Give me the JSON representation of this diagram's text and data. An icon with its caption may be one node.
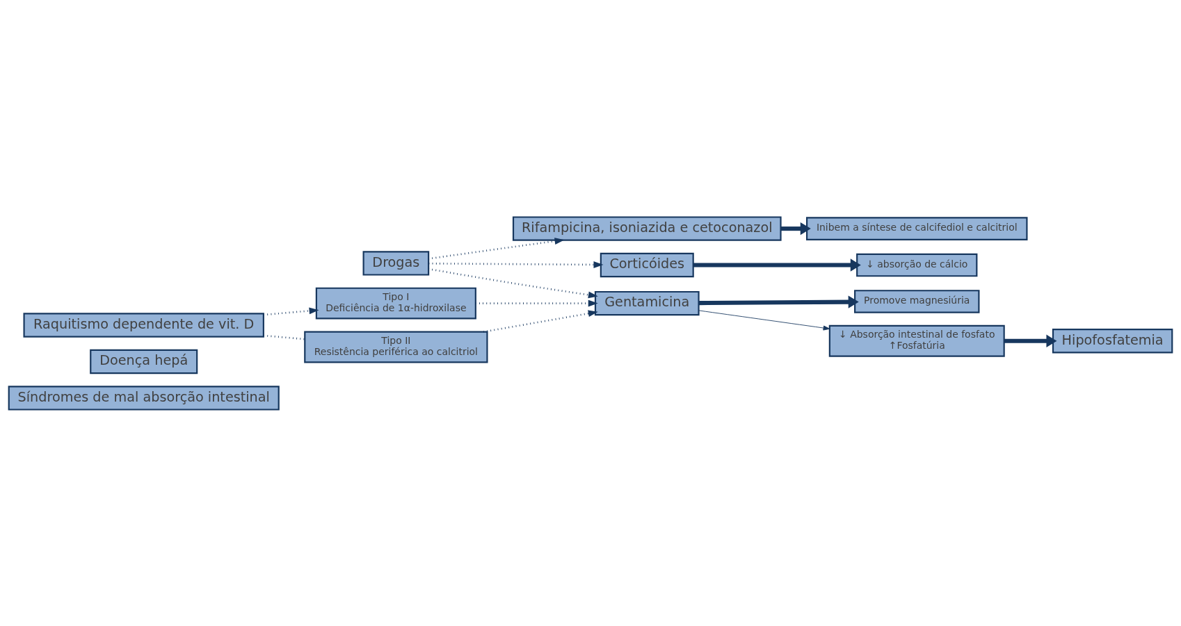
{
  "diagram": {
    "nodes": [
      {
        "text": [
          "Síndromes de mal absorção intestinal"
        ]
      },
      {
        "text": [
          "Doença hepá"
        ]
      },
      {
        "text": [
          "Rifampicina, isoniazida e cetoconazol"
        ]
      },
      {
        "text": [
          "Inibem a síntese de calcifediol e calcitriol"
        ]
      },
      {
        "text": [
          "Raquitismo dependente de vit. D"
        ]
      },
      {
        "text": [
          "Tipo I",
          "Deficiência de 1α-hidroxilase"
        ]
      },
      {
        "text": [
          "Tipo II",
          "Resistência periférica ao calcitriol"
        ]
      },
      {
        "text": [
          "Drogas"
        ]
      },
      {
        "text": [
          "Corticóides"
        ]
      },
      {
        "text": [
          "↓ absorção de cálcio"
        ]
      },
      {
        "text": [
          "Gentamicina"
        ]
      },
      {
        "text": [
          "Promove magnesiúria"
        ]
      },
      {
        "text": [
          "↓ Absorção intestinal de fosfato",
          "↑Fosfatúria"
        ]
      },
      {
        "text": [
          "Hipofosfatemia"
        ]
      }
    ],
    "edges": [
      {
        "from": 7,
        "to": 2,
        "arrow": "to",
        "style": "dashed"
      },
      {
        "from": 7,
        "to": 8,
        "arrow": "to",
        "style": "dashed"
      },
      {
        "from": 7,
        "to": 10,
        "arrow": "to",
        "style": "dashed"
      },
      {
        "from": 4,
        "to": 5,
        "arrow": "to",
        "style": "dashed"
      },
      {
        "from": 4,
        "to": 6,
        "arrow": "none",
        "style": "dashed"
      },
      {
        "from": 5,
        "to": 10,
        "arrow": "to",
        "style": "dashed"
      },
      {
        "from": 6,
        "to": 10,
        "arrow": "to",
        "style": "dashed"
      },
      {
        "from": 2,
        "to": 3,
        "arrow": "to",
        "style": "thick"
      },
      {
        "from": 8,
        "to": 9,
        "arrow": "to",
        "style": "thick"
      },
      {
        "from": 10,
        "to": 11,
        "arrow": "to",
        "style": "thick"
      },
      {
        "from": 10,
        "to": 12,
        "arrow": "to"
      },
      {
        "from": 12,
        "to": 13,
        "arrow": "to",
        "style": "thick"
      }
    ]
  }
}
